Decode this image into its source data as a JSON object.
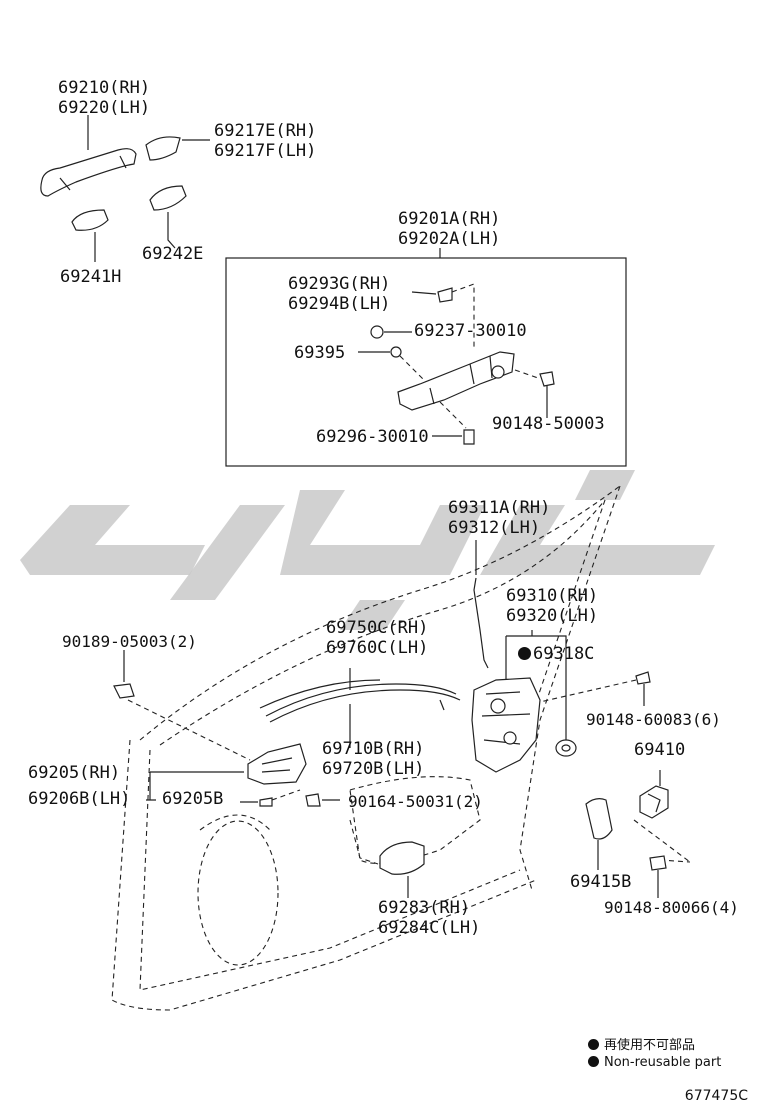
{
  "labels": {
    "p69210": "69210(RH)",
    "p69220": "69220(LH)",
    "p69217e": "69217E(RH)",
    "p69217f": "69217F(LH)",
    "p69242e": "69242E",
    "p69241h": "69241H",
    "p69201a": "69201A(RH)",
    "p69202a": "69202A(LH)",
    "p69293g": "69293G(RH)",
    "p69294b": "69294B(LH)",
    "p69237": "69237-30010",
    "p69395": "69395",
    "p90148_50003": "90148-50003",
    "p69296": "69296-30010",
    "p69311a": "69311A(RH)",
    "p69312": "69312(LH)",
    "p69310": "69310(RH)",
    "p69320": "69320(LH)",
    "p69318c": "69318C",
    "p69750c": "69750C(RH)",
    "p69760c": "69760C(LH)",
    "p90189": "90189-05003(2)",
    "p90148_60083": "90148-60083(6)",
    "p69410": "69410",
    "p69710b": "69710B(RH)",
    "p69720b": "69720B(LH)",
    "p69205rh": "69205(RH)",
    "p69206b": "69206B(LH)",
    "p69205b": "69205B",
    "p90164": "90164-50031(2)",
    "p69415b": "69415B",
    "p90148_80066": "90148-80066(4)",
    "p69283": "69283(RH)",
    "p69284c": "69284C(LH)"
  },
  "legend": {
    "reuse_jp": "再使用不可部品",
    "reuse_en": "Non-reusable part"
  },
  "diagram_code": "677475C"
}
